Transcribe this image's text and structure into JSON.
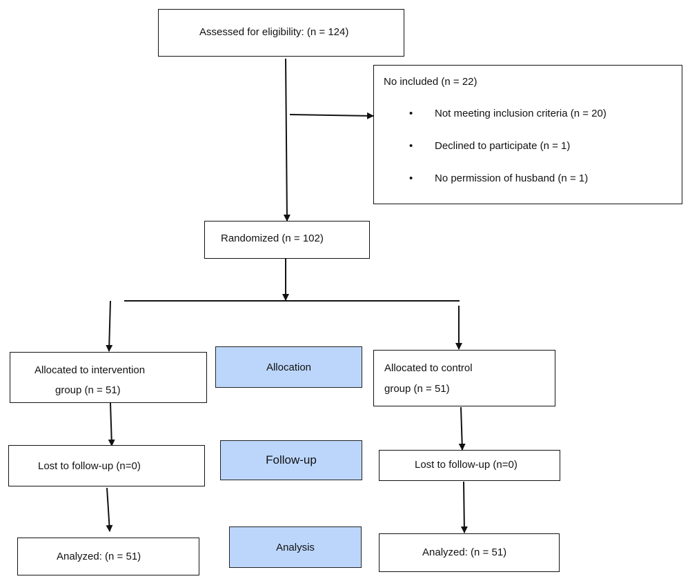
{
  "eligibility": {
    "label": "Assessed for eligibility: (n = 124)"
  },
  "excluded": {
    "heading": "No included (n = 22)",
    "items": [
      "Not meeting inclusion criteria (n = 20)",
      "Declined to participate (n = 1)",
      "No permission of husband (n = 1)"
    ],
    "bullet": "•"
  },
  "randomized": {
    "label": "Randomized (n = 102)"
  },
  "intervention": {
    "allocated_line1": "Allocated to intervention",
    "allocated_line2": "group (n = 51)",
    "followup": "Lost to follow-up (n=0)",
    "analyzed": "Analyzed: (n = 51)"
  },
  "control": {
    "allocated_line1": "Allocated to control",
    "allocated_line2": "group (n = 51)",
    "followup": "Lost to follow-up (n=0)",
    "analyzed": "Analyzed: (n = 51)"
  },
  "stages": {
    "allocation": "Allocation",
    "followup": "Follow-up",
    "analysis": "Analysis"
  },
  "colors": {
    "stage_fill": "#bcd6fb",
    "line": "#111111"
  }
}
